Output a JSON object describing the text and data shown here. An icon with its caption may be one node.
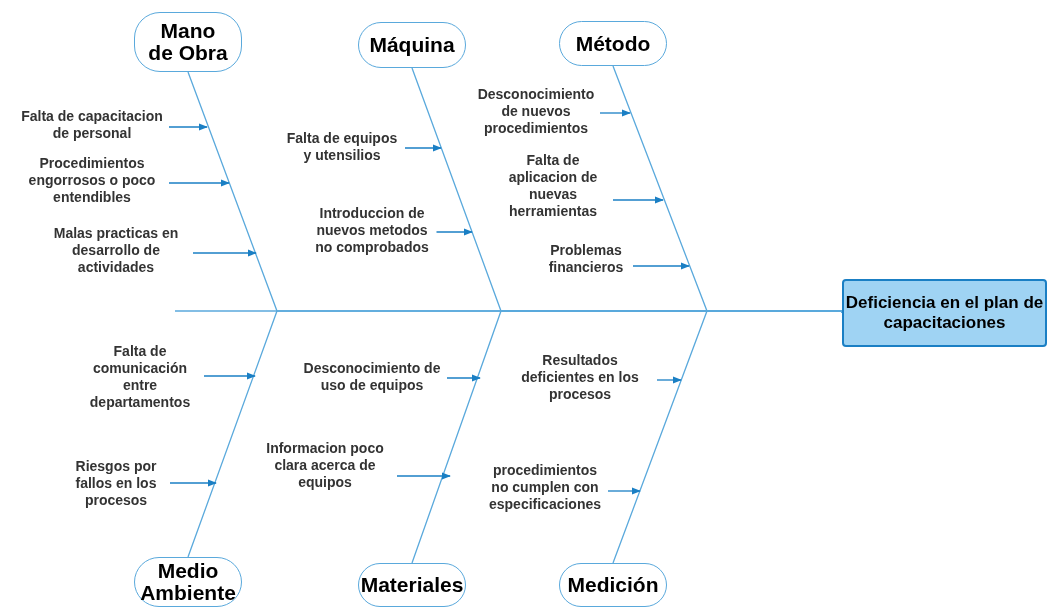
{
  "diagram": {
    "nodes": [
      {
        "text": [
          "Mano de Obra"
        ]
      },
      {
        "text": [
          "Máquina"
        ]
      },
      {
        "text": [
          "Método"
        ]
      },
      {
        "text": [
          "Deficiencia en el plan de capacitaciones"
        ]
      },
      {
        "text": [
          "Medio Ambiente"
        ]
      },
      {
        "text": [
          "Materiales"
        ]
      },
      {
        "text": [
          "Medición"
        ]
      },
      {
        "text": [
          "Falta de capacitacion de personal"
        ]
      },
      {
        "text": [
          "Procedimientos engorrosos o poco entendibles"
        ]
      },
      {
        "text": [
          "Malas practicas en desarrollo de actividades"
        ]
      },
      {
        "text": [
          "Falta de equipos y utensilios"
        ]
      },
      {
        "text": [
          "Introduccion de nuevos metodos no comprobados"
        ]
      },
      {
        "text": [
          "Desconocimiento de nuevos procedimientos"
        ]
      },
      {
        "text": [
          "Falta de aplicacion de nuevas herramientas"
        ]
      },
      {
        "text": [
          "Problemas financieros"
        ]
      },
      {
        "text": [
          "Falta de comunicación entre departamentos"
        ]
      },
      {
        "text": [
          "Riesgos por fallos en los procesos"
        ]
      },
      {
        "text": [
          "Desconocimiento de uso de equipos"
        ]
      },
      {
        "text": [
          "Informacion poco clara acerca de equipos"
        ]
      },
      {
        "text": [
          "Resultados deficientes en los procesos"
        ]
      },
      {
        "text": [
          "procedimientos no cumplen con especificaciones"
        ]
      }
    ],
    "edges": [
      {
        "from": 0,
        "to": 3,
        "arrow": "none"
      },
      {
        "from": 1,
        "to": 3,
        "arrow": "none"
      },
      {
        "from": 2,
        "to": 3,
        "arrow": "none"
      },
      {
        "from": 4,
        "to": 3,
        "arrow": "none"
      },
      {
        "from": 5,
        "to": 3,
        "arrow": "none"
      },
      {
        "from": 6,
        "to": 3,
        "arrow": "none"
      },
      {
        "from": 7,
        "to": null,
        "arrow": "to"
      },
      {
        "from": 8,
        "to": null,
        "arrow": "to"
      },
      {
        "from": 9,
        "to": null,
        "arrow": "to"
      },
      {
        "from": 10,
        "to": null,
        "arrow": "to"
      },
      {
        "from": 11,
        "to": null,
        "arrow": "to"
      },
      {
        "from": 12,
        "to": null,
        "arrow": "to"
      },
      {
        "from": 13,
        "to": null,
        "arrow": "to"
      },
      {
        "from": 14,
        "to": null,
        "arrow": "to"
      },
      {
        "from": 15,
        "to": null,
        "arrow": "to"
      },
      {
        "from": 16,
        "to": null,
        "arrow": "to"
      },
      {
        "from": 17,
        "to": null,
        "arrow": "to"
      },
      {
        "from": 18,
        "to": null,
        "arrow": "to"
      },
      {
        "from": 19,
        "to": null,
        "arrow": "to"
      },
      {
        "from": 20,
        "to": null,
        "arrow": "to"
      }
    ]
  }
}
